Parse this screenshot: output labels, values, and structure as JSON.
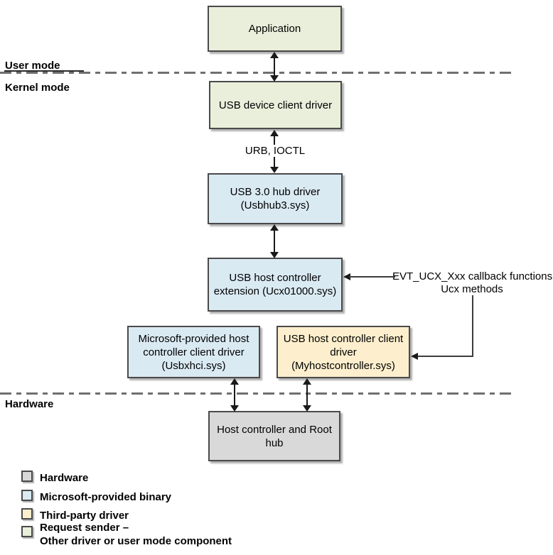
{
  "sections": {
    "user_mode": "User mode",
    "kernel_mode": "Kernel mode",
    "hardware": "Hardware"
  },
  "boxes": {
    "application": {
      "lines": [
        "Application"
      ]
    },
    "usb_device_client": {
      "lines": [
        "USB device client driver"
      ]
    },
    "usb3_hub": {
      "lines": [
        "USB 3.0 hub driver",
        "(Usbhub3.sys)"
      ]
    },
    "ucx_extension": {
      "lines": [
        "USB host controller",
        "extension (Ucx01000.sys)"
      ]
    },
    "ms_client": {
      "lines": [
        "Microsoft-provided host",
        "controller client driver",
        "(Usbxhci.sys)"
      ]
    },
    "third_party_client": {
      "lines": [
        "USB host controller client",
        "driver",
        "(Myhostcontroller.sys)"
      ]
    },
    "host_controller": {
      "lines": [
        "Host controller and Root",
        "hub"
      ]
    }
  },
  "annotations": {
    "urb_ioctl": "URB, IOCTL",
    "evt_callbacks": "EVT_UCX_Xxx callback functions",
    "ucx_methods": "Ucx methods"
  },
  "legend": {
    "items": [
      {
        "name": "hardware",
        "color": "#d9d9d9",
        "lines": [
          "Hardware"
        ]
      },
      {
        "name": "microsoft_binary",
        "color": "#daeaf3",
        "lines": [
          "Microsoft-provided binary"
        ]
      },
      {
        "name": "third_party",
        "color": "#fdefcd",
        "lines": [
          "Third-party driver"
        ]
      },
      {
        "name": "request_sender",
        "color": "#e9efdb",
        "lines": [
          "Request sender –",
          "Other driver or user mode component"
        ]
      }
    ]
  },
  "colors": {
    "hardware_fill": "#d9d9d9",
    "microsoft_fill": "#daeaf3",
    "third_party_fill": "#fdefcd",
    "request_sender_fill": "#e9efdb",
    "box_border": "#4a4a4a",
    "divider_gray": "#6f6f6f",
    "arrow_black": "#1a1a1a"
  }
}
